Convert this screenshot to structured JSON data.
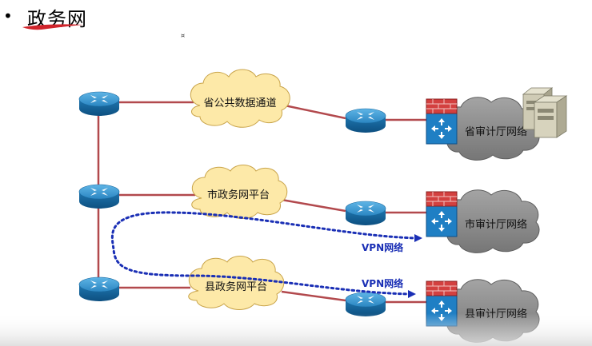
{
  "slide": {
    "bullet": "•",
    "title": "政务网",
    "mark": "¤"
  },
  "clouds": {
    "province_channel": "省公共数据通道",
    "city_platform": "市政务网平台",
    "county_platform": "县政务网平台"
  },
  "networks": {
    "province_audit": "省审计厅网络",
    "city_audit": "市审计厅网络",
    "county_audit": "县审计厅网络"
  },
  "vpn": {
    "upper_label": "VPN网络",
    "lower_label": "VPN网络"
  },
  "icons": {
    "router": "router-icon",
    "firewall": "firewall-icon",
    "server": "server-icon",
    "cloud": "cloud-icon"
  },
  "colors": {
    "link": "#b2494d",
    "vpn": "#1a2fb5",
    "cloud_fill": "#fde9a8",
    "router_body": "#1f7fb8",
    "network_cloud": "#8a8a8a",
    "title_underline": "#d0242b"
  }
}
